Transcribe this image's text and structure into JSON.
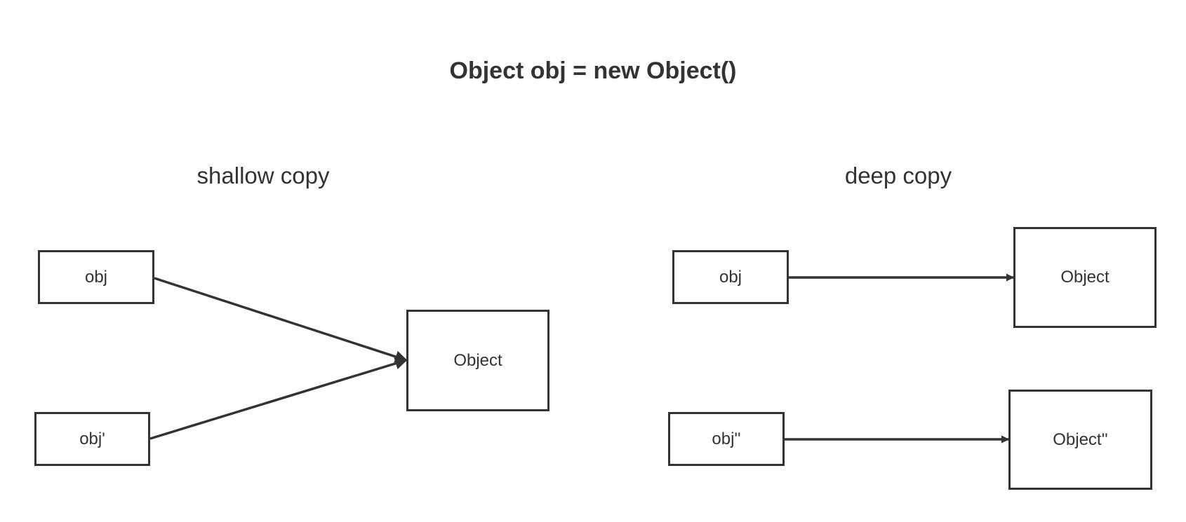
{
  "title": "Object obj = new Object()",
  "shallow": {
    "heading": "shallow copy",
    "boxes": {
      "obj": "obj",
      "obj_copy": "obj'",
      "object": "Object"
    }
  },
  "deep": {
    "heading": "deep copy",
    "boxes": {
      "obj": "obj",
      "object": "Object",
      "obj_copy": "obj''",
      "object_copy": "Object''"
    }
  },
  "colors": {
    "stroke": "#333333",
    "text": "#333333",
    "background": "#ffffff"
  }
}
